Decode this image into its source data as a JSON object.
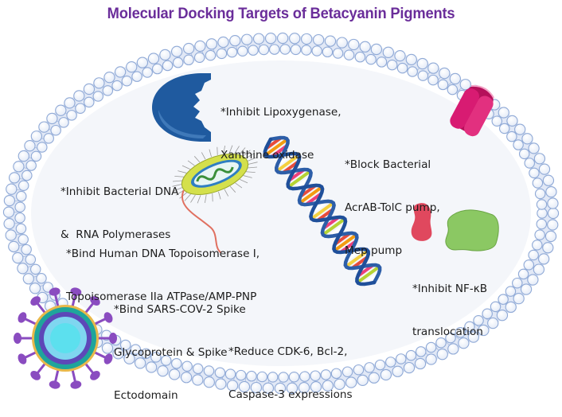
{
  "title": "Molecular Docking Targets of Betacyanin Pigments",
  "colors": {
    "title": "#6a2d9a",
    "membrane_bead_stroke": "#8fa9d6",
    "membrane_bead_fill": "#f4f7fd",
    "membrane_tail": "#c9d6ee",
    "cell_interior": "#f4f6fa",
    "enzyme": "#1f5a9f",
    "pump": "#d81b72",
    "nfkb_red": "#e0485e",
    "nfkb_green": "#8bc863",
    "virus_spike": "#8a4cc0",
    "virus_core": "#5ce0ee"
  },
  "targets": [
    {
      "icon": "enzyme-pacman-icon",
      "lines": [
        "*Inhibit Lipoxygenase,",
        "Xanthine oxidase"
      ]
    },
    {
      "icon": "membrane-pump-icon",
      "lines": [
        "*Block Bacterial",
        "AcrAB-TolC pump,",
        "Mep pump"
      ]
    },
    {
      "icon": "bacterium-icon",
      "lines": [
        "*Inhibit Bacterial DNA",
        "&  RNA Polymerases"
      ]
    },
    {
      "icon": "dna-helix-icon",
      "lines": [
        "*Bind Human DNA Topoisomerase I,",
        "Topoisomerase IIa ATPase/AMP-PNP"
      ]
    },
    {
      "icon": "nfkb-protein-icon",
      "lines": [
        "*Inhibit NF-κB",
        "translocation"
      ]
    },
    {
      "icon": "coronavirus-icon",
      "lines": [
        "*Bind SARS-COV-2 Spike",
        "Glycoprotein & Spike",
        "Ectodomain"
      ]
    },
    {
      "icon": "",
      "lines": [
        "*Reduce CDK-6, Bcl-2,",
        "Caspase-3 expressions"
      ]
    }
  ]
}
